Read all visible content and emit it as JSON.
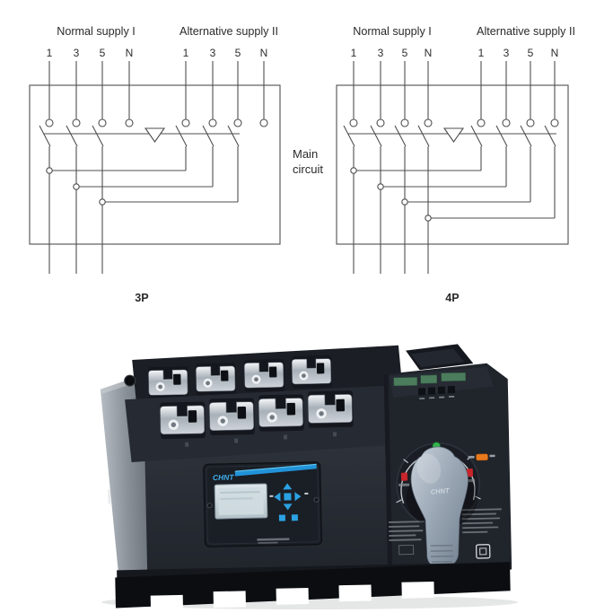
{
  "figure": {
    "background": "#ffffff"
  },
  "diagrams": {
    "main_circuit_label": "Main circuit",
    "p3": {
      "title_normal": "Normal supply I",
      "title_alternative": "Alternative supply II",
      "normal_terminals": [
        "1",
        "3",
        "5",
        "N"
      ],
      "alternative_terminals": [
        "1",
        "3",
        "5",
        "N"
      ],
      "pole_label": "3P"
    },
    "p4": {
      "title_normal": "Normal supply I",
      "title_alternative": "Alternative supply II",
      "normal_terminals": [
        "1",
        "3",
        "5",
        "N"
      ],
      "alternative_terminals": [
        "1",
        "3",
        "5",
        "N"
      ],
      "pole_label": "4P"
    }
  },
  "device": {
    "panel_brand": "CHNT",
    "handle_brand": "CHNT",
    "colors": {
      "body": "#23262e",
      "accent_blue": "#2193d8",
      "lcd": "#c9d5da",
      "handle_gray": "#97a4b2",
      "indicator_green": "#35b44e",
      "indicator_red": "#c8242b",
      "indicator_orange": "#e8791c"
    }
  }
}
